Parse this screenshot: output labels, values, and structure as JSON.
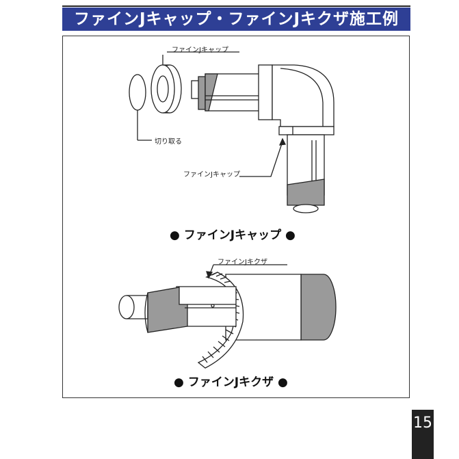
{
  "title": "ファインJキャップ・ファインJキクザ施工例",
  "figure1": {
    "label_top": "ファインJキャップ",
    "label_cut": "切り取る",
    "label_bottom": "ファインJキャップ",
    "caption": "● ファインJキャップ ●"
  },
  "figure2": {
    "label_top": "ファインJキクザ",
    "caption": "● ファインJキクザ ●"
  },
  "page_number": "15",
  "colors": {
    "title_bg": "#2e3f95",
    "gray": "#9a9a9a"
  }
}
